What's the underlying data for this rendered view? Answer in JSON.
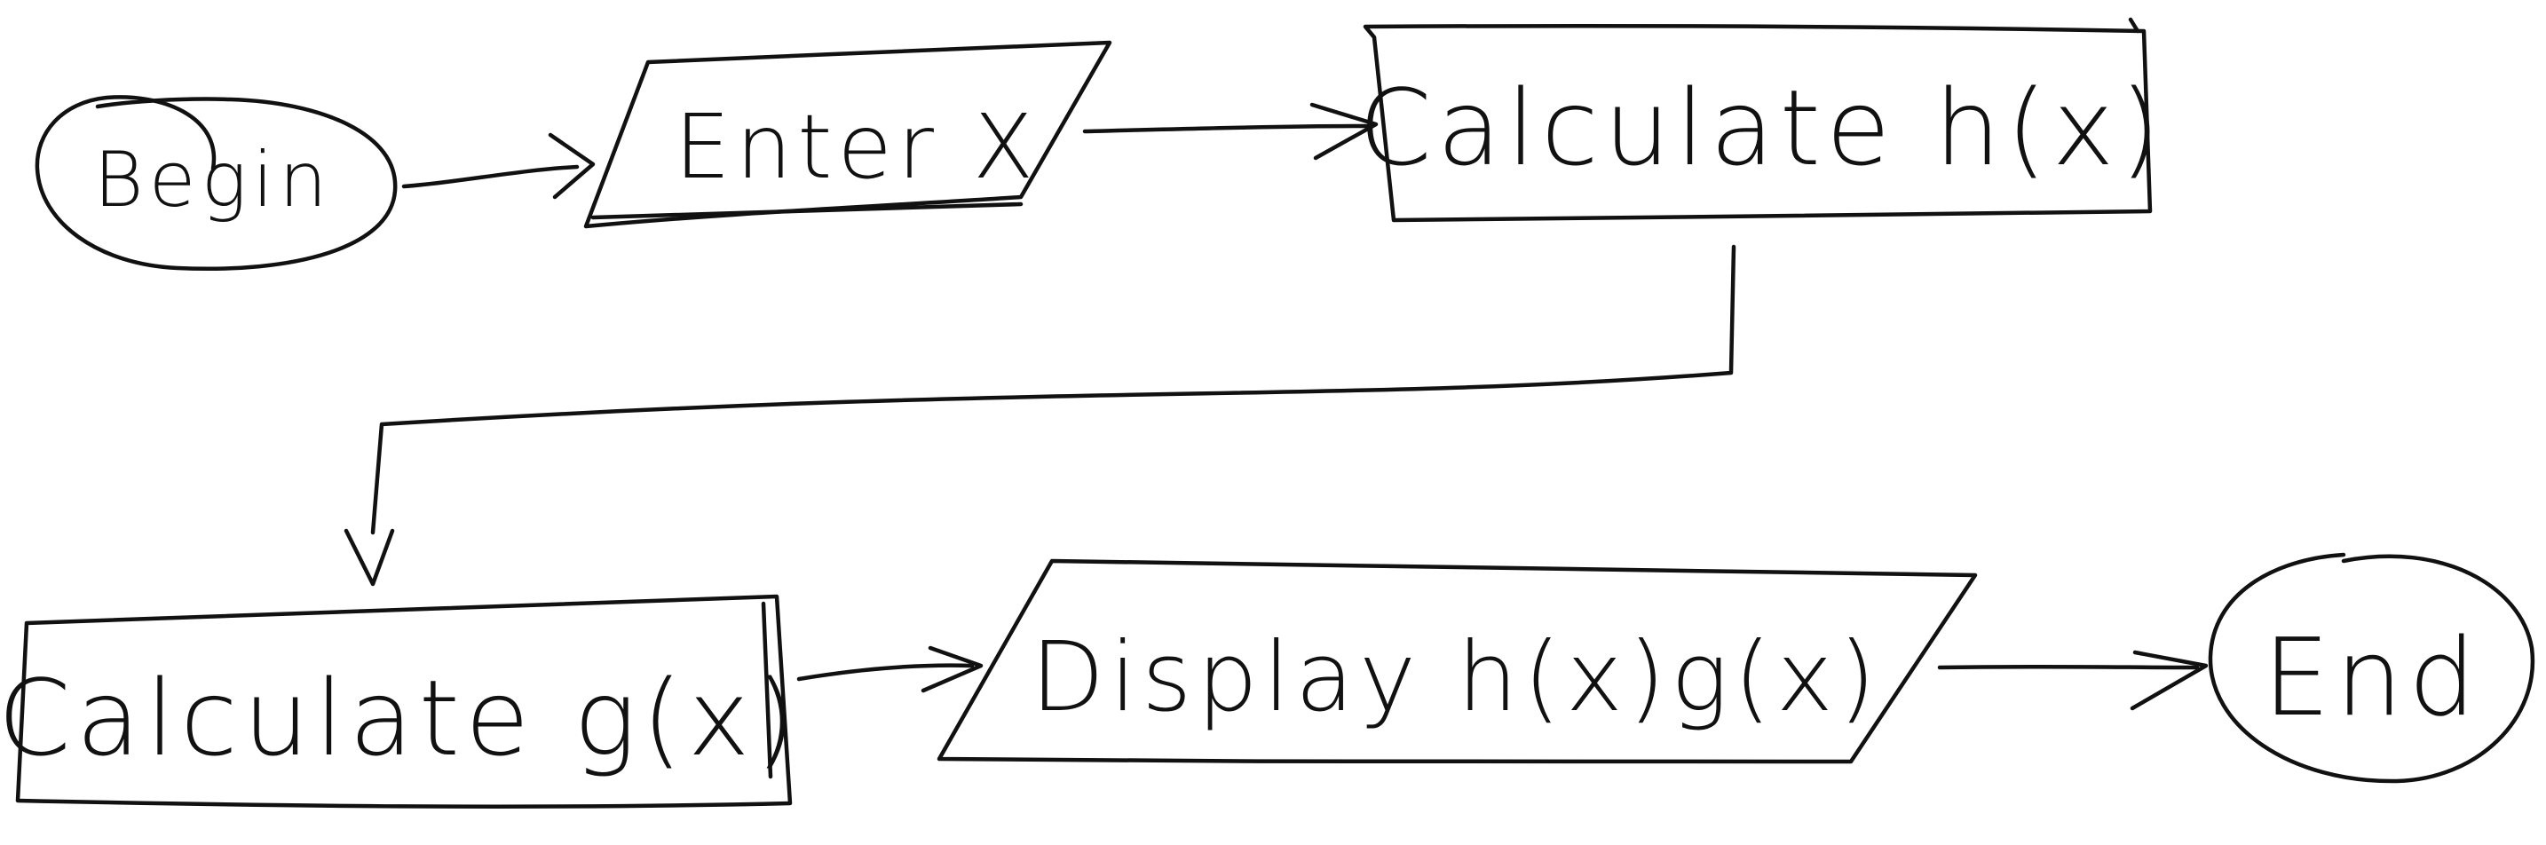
{
  "flowchart": {
    "nodes": {
      "begin": {
        "label": "Begin",
        "shape": "oval"
      },
      "enter_x": {
        "label": "Enter X",
        "shape": "parallelogram"
      },
      "calc_h": {
        "label": "Calculate h(x)",
        "shape": "rectangle"
      },
      "calc_g": {
        "label": "Calculate g(x)",
        "shape": "rectangle"
      },
      "display": {
        "label": "Display h(x)g(x)",
        "shape": "parallelogram"
      },
      "end": {
        "label": "End",
        "shape": "oval"
      }
    },
    "edges": [
      {
        "from": "begin",
        "to": "enter_x"
      },
      {
        "from": "enter_x",
        "to": "calc_h"
      },
      {
        "from": "calc_h",
        "to": "calc_g"
      },
      {
        "from": "calc_g",
        "to": "display"
      },
      {
        "from": "display",
        "to": "end"
      }
    ],
    "ink_color": "#111111"
  }
}
